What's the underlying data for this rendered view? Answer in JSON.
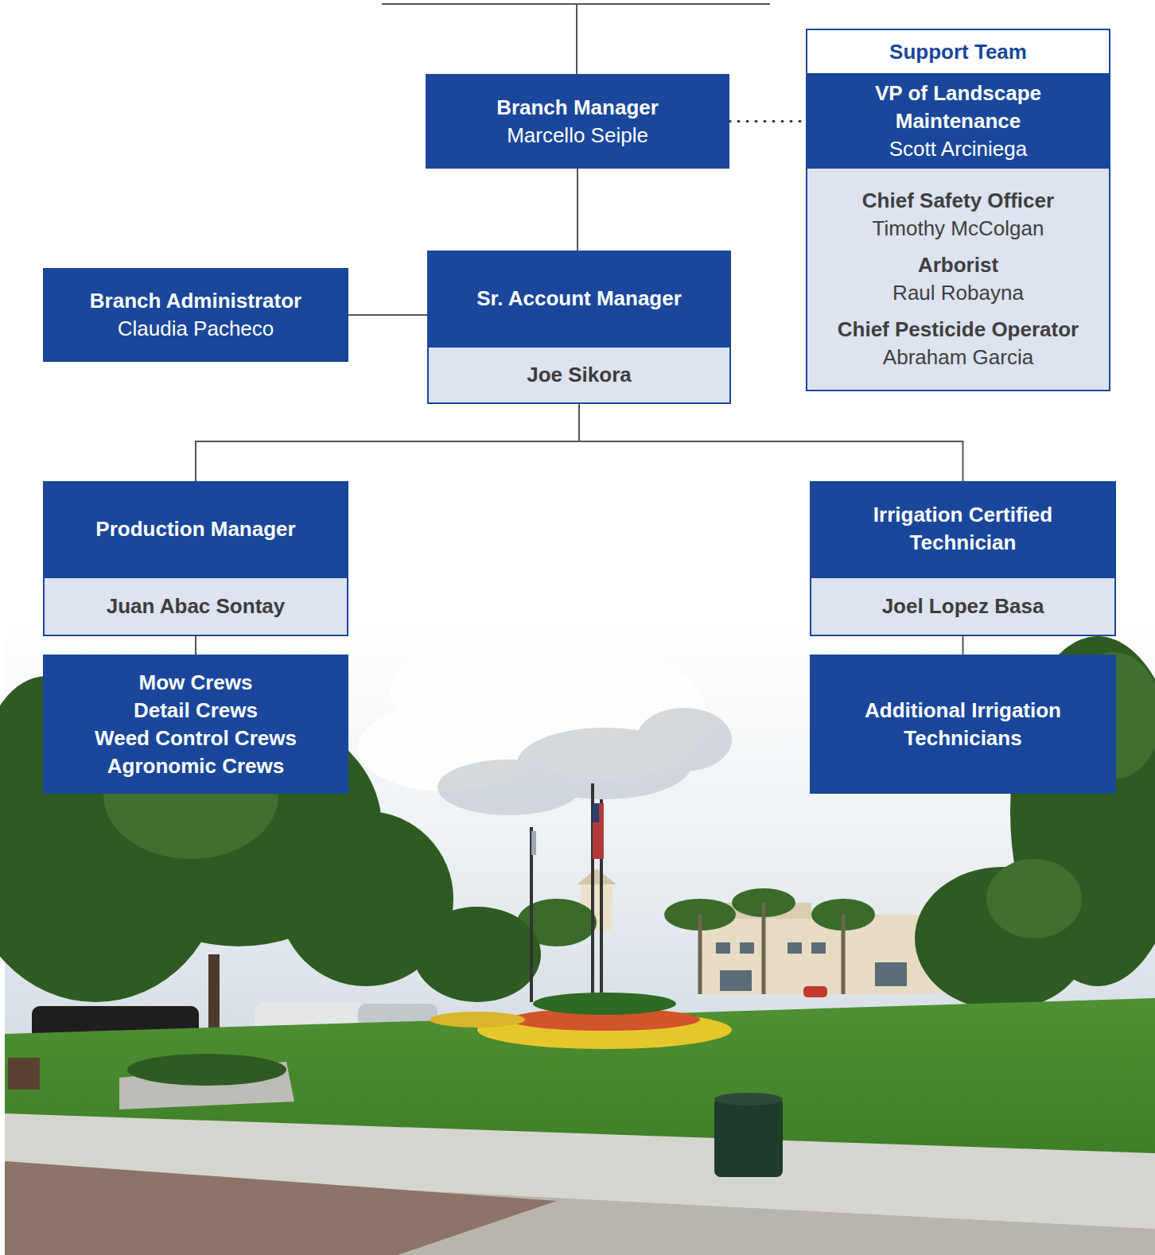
{
  "diagram": {
    "nodes": [
      {
        "text": [
          "Branch Manager",
          "Marcello Seiple"
        ]
      },
      {
        "text": [
          "Support Team"
        ]
      },
      {
        "text": [
          "VP of Landscape Maintenance",
          "Scott Arciniega"
        ],
        "in": 1
      },
      {
        "text": [
          "Chief Safety Officer",
          "Timothy McColgan",
          "Arborist",
          "Raul Robayna",
          "Chief Pesticide Operator",
          "Abraham Garcia"
        ],
        "in": 1
      },
      {
        "text": [
          "Branch Administrator",
          "Claudia Pacheco"
        ]
      },
      {
        "text": [
          "Sr. Account Manager"
        ]
      },
      {
        "text": [
          "Joe Sikora"
        ],
        "in": 5
      },
      {
        "text": [
          "Production Manager"
        ]
      },
      {
        "text": [
          "Juan Abac Sontay"
        ],
        "in": 7
      },
      {
        "text": [
          "Irrigation Certified Technician"
        ]
      },
      {
        "text": [
          "Joel Lopez Basa"
        ],
        "in": 9
      },
      {
        "text": [
          "Mow Crews",
          "Detail Crews",
          "Weed Control Crews",
          "Agronomic Crews"
        ]
      },
      {
        "text": [
          "Additional Irrigation Technicians"
        ]
      }
    ],
    "edges": [
      {
        "from": 0,
        "to": 1,
        "arrow": "none"
      },
      {
        "from": 0,
        "to": 5,
        "arrow": "none"
      },
      {
        "from": 4,
        "to": 5,
        "arrow": "none"
      },
      {
        "from": 5,
        "to": 7,
        "arrow": "none"
      },
      {
        "from": 5,
        "to": 9,
        "arrow": "none"
      },
      {
        "from": 8,
        "to": 11,
        "arrow": "none"
      },
      {
        "from": 10,
        "to": 12,
        "arrow": "none"
      }
    ]
  }
}
